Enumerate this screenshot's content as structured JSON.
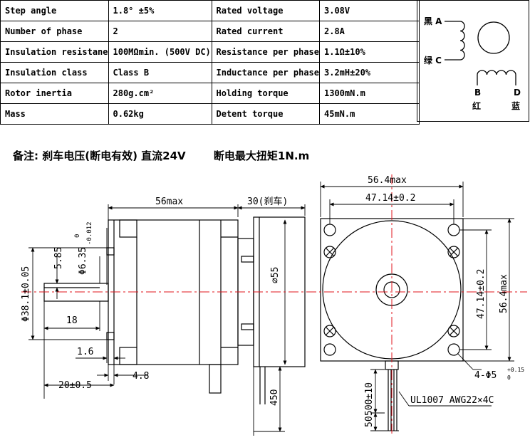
{
  "spec_table": {
    "rows": [
      [
        "Step angle",
        "1.8° ±5%",
        "Rated voltage",
        "3.08V"
      ],
      [
        "Number of phase",
        "2",
        "Rated current",
        "2.8A"
      ],
      [
        "Insulation resistane",
        "100MΩmin. (500V DC)",
        "Resistance per phase",
        "1.1Ω±10%"
      ],
      [
        "Insulation class",
        "Class B",
        "Inductance per phase",
        "3.2mH±20%"
      ],
      [
        "Rotor inertia",
        "280g.cm²",
        "Holding torque",
        "1300mN.m"
      ],
      [
        "Mass",
        "0.62kg",
        "Detent torque",
        "45mN.m"
      ]
    ]
  },
  "wiring": {
    "a_label": "黑 A",
    "c_label": "绿 C",
    "b_label": "B",
    "b_color": "红",
    "d_label": "D",
    "d_color": "蓝"
  },
  "note": {
    "remark": "备注: 刹车电压(断电有效) 直流24V",
    "torque": "断电最大扭矩1N.m"
  },
  "dimensions": {
    "length_max": "56max",
    "brake_length": "30(刹车)",
    "housing_dia": "⌀55",
    "shaft_dia": "Φ6.35",
    "shaft_tol_upper": "0",
    "shaft_tol_lower": "-0.012",
    "flat_depth": "5.85",
    "boss_dia": "Φ38.1±0.05",
    "shaft_len": "18",
    "boss_height": "1.6",
    "shaft_total": "20±0.5",
    "flange_thick": "4.8",
    "lead_len_side": "450",
    "width_max": "56.4max",
    "hole_pitch_h": "47.14±0.2",
    "hole_pitch_v": "47.14±0.2",
    "height_max": "56.4max",
    "holes": "4-Φ5",
    "holes_tol_upper": "+0.15",
    "holes_tol_lower": "0",
    "lead_len": "500±10",
    "strip_len": "50",
    "cable": "UL1007 AWG22×4C"
  },
  "colors": {
    "line": "#000000",
    "center_line": "#e0141e"
  }
}
